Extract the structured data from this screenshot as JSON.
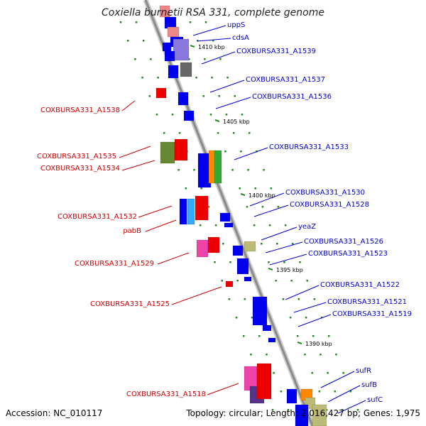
{
  "title": "Coxiella burnetii RSA 331, complete genome",
  "footer": {
    "accession": "Accession: NC_010117",
    "summary": "Topology: circular; Length: 2,016,427 bp; Genes: 1,975"
  },
  "ticks": [
    "1410 kbp",
    "1405 kbp",
    "1400 kbp",
    "1395 kbp",
    "1390 kbp"
  ],
  "colors": {
    "reverse_label": "#cc0000",
    "forward_label": "#0000cc",
    "backbone": "#888888",
    "tick": "#008800"
  },
  "reverse_genes": [
    "COXBURSA331_A1538",
    "COXBURSA331_A1535",
    "COXBURSA331_A1534",
    "COXBURSA331_A1532",
    "pabB",
    "COXBURSA331_A1529",
    "COXBURSA331_A1525",
    "COXBURSA331_A1518"
  ],
  "forward_genes": [
    "uppS",
    "cdsA",
    "COXBURSA331_A1539",
    "COXBURSA331_A1537",
    "COXBURSA331_A1536",
    "COXBURSA331_A1533",
    "COXBURSA331_A1530",
    "COXBURSA331_A1528",
    "yeaZ",
    "COXBURSA331_A1526",
    "COXBURSA331_A1523",
    "COXBURSA331_A1522",
    "COXBURSA331_A1521",
    "COXBURSA331_A1519",
    "sufR",
    "sufB",
    "sufC"
  ]
}
